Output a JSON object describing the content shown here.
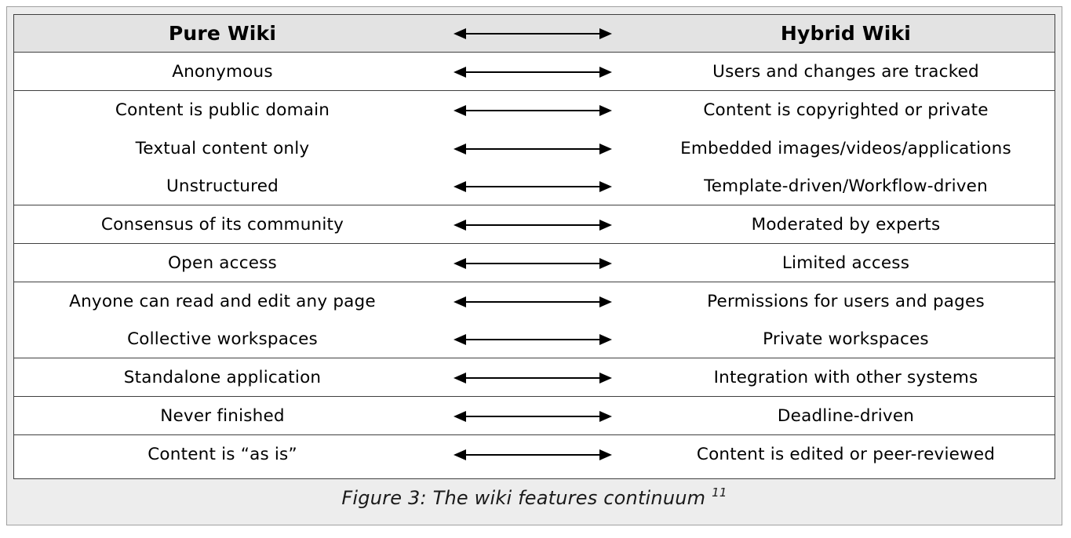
{
  "table": {
    "header": {
      "left": "Pure Wiki",
      "right": "Hybrid Wiki"
    },
    "rows": [
      {
        "left": "Anonymous",
        "right": "Users and changes are tracked"
      },
      {
        "left": "Content is public domain",
        "right": "Content is copyrighted or private"
      },
      {
        "left": "Textual content only",
        "right": "Embedded images/videos/applications"
      },
      {
        "left": "Unstructured",
        "right": "Template-driven/Workflow-driven"
      },
      {
        "left": "Consensus of its community",
        "right": "Moderated by experts"
      },
      {
        "left": "Open access",
        "right": "Limited access"
      },
      {
        "left": "Anyone can read and edit any page",
        "right": "Permissions for users and pages"
      },
      {
        "left": "Collective workspaces",
        "right": "Private workspaces"
      },
      {
        "left": "Standalone application",
        "right": "Integration with other systems"
      },
      {
        "left": "Never finished",
        "right": "Deadline-driven"
      },
      {
        "left": "Content is “as is”",
        "right": "Content is edited or peer-reviewed"
      }
    ]
  },
  "icons": {
    "arrow": "double-headed-arrow-icon"
  },
  "caption": {
    "text": "Figure 3: The wiki features continuum",
    "footnote": "11"
  }
}
